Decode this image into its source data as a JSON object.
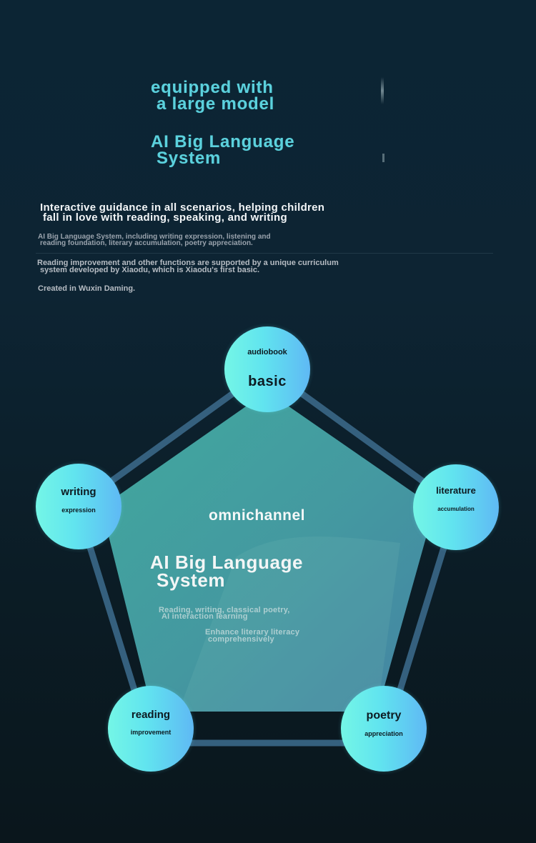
{
  "header": {
    "title_lines": [
      "equipped with",
      "a large model"
    ],
    "system_lines": [
      "AI Big Language",
      "System"
    ]
  },
  "intro": {
    "headline_lines": [
      "Interactive guidance in all scenarios, helping children",
      "fall in love with reading, speaking, and writing"
    ],
    "desc1_lines": [
      "AI Big Language System, including writing expression, listening and",
      "reading foundation, literary accumulation, poetry appreciation."
    ],
    "desc2_lines": [
      "Reading improvement and other functions are supported by a unique curriculum",
      "system developed by Xiaodu, which is Xiaodu's first basic."
    ],
    "desc3": "Created in Wuxin Daming."
  },
  "diagram": {
    "center": {
      "label": "omnichannel",
      "title_lines": [
        "AI Big Language",
        "System"
      ],
      "note1_lines": [
        "Reading, writing, classical poetry,",
        "AI interaction learning"
      ],
      "note2_lines": [
        "Enhance literary literacy",
        "comprehensively"
      ]
    },
    "nodes": [
      {
        "id": "top",
        "line1": "audiobook",
        "line2": "basic"
      },
      {
        "id": "left",
        "line1": "writing",
        "line2": "expression"
      },
      {
        "id": "right",
        "line1": "literature",
        "line2": "accumulation"
      },
      {
        "id": "bottom-left",
        "line1": "reading",
        "line2": "improvement"
      },
      {
        "id": "bottom-right",
        "line1": "poetry",
        "line2": "appreciation"
      }
    ],
    "colors": {
      "node_gradient_start": "#74f6e6",
      "node_gradient_end": "#5fb9f4",
      "outline": "#35607e",
      "fill": "#4fb8b2"
    }
  }
}
